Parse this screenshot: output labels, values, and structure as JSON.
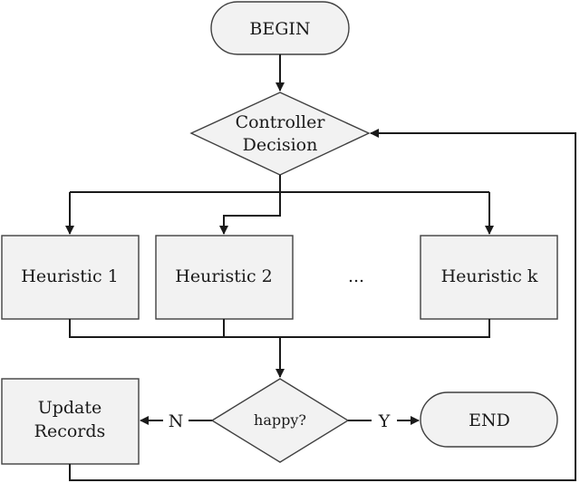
{
  "flowchart": {
    "begin": "BEGIN",
    "controller": [
      "Controller",
      "Decision"
    ],
    "heuristics": [
      "Heuristic 1",
      "Heuristic 2",
      "Heuristic k"
    ],
    "ellipsis": "...",
    "decision": "happy?",
    "update": [
      "Update",
      "Records"
    ],
    "end": "END",
    "no_label": "N",
    "yes_label": "Y"
  }
}
